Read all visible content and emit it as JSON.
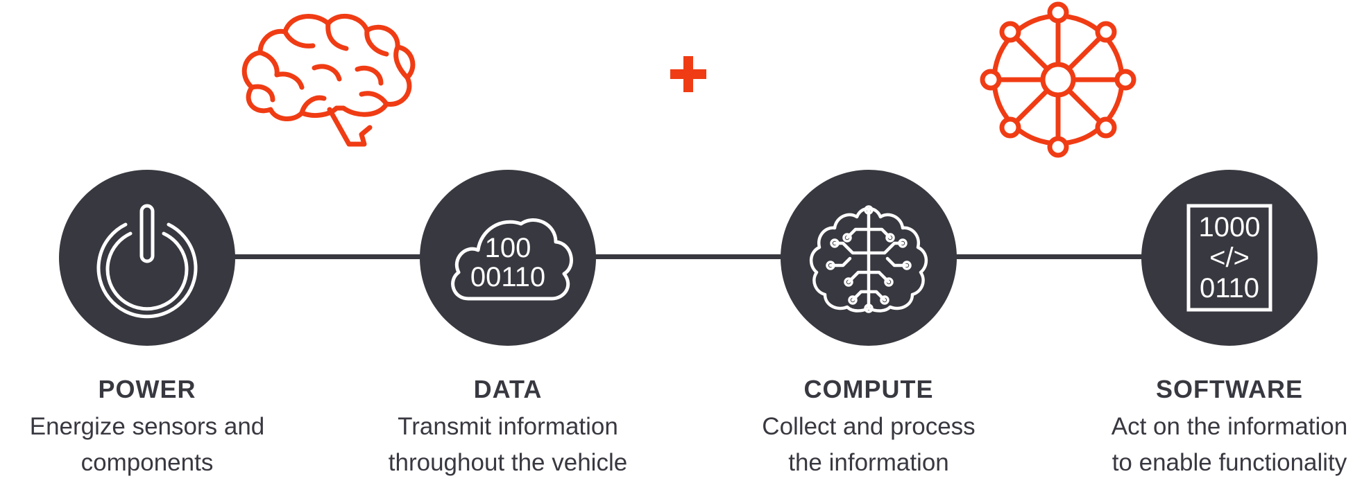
{
  "colors": {
    "accent": "#F03C14",
    "dark": "#383840",
    "background": "#FFFFFF",
    "icon_stroke": "#FFFFFF"
  },
  "top_icons": [
    {
      "icon": "brain-outline-icon"
    },
    {
      "icon": "plus-icon"
    },
    {
      "icon": "network-wheel-icon"
    }
  ],
  "steps": [
    {
      "icon": "power-icon",
      "title": "POWER",
      "desc_lines": [
        "Energize sensors and",
        "components"
      ]
    },
    {
      "icon": "cloud-binary-icon",
      "icon_text": [
        "100",
        "00110"
      ],
      "title": "DATA",
      "desc_lines": [
        "Transmit information",
        "throughout the vehicle"
      ]
    },
    {
      "icon": "circuit-brain-icon",
      "title": "COMPUTE",
      "desc_lines": [
        "Collect and process",
        "the information"
      ]
    },
    {
      "icon": "code-document-icon",
      "icon_text": [
        "1000",
        "</>",
        "0110"
      ],
      "title": "SOFTWARE",
      "desc_lines": [
        "Act on the information",
        "to enable functionality"
      ]
    }
  ]
}
